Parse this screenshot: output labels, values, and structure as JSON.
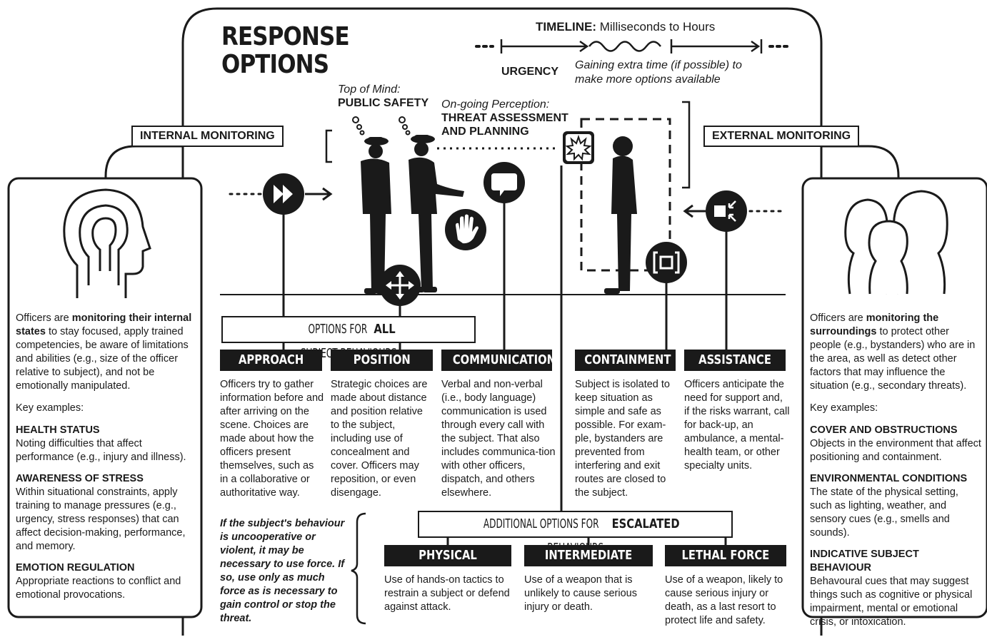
{
  "title": "RESPONSE\nOPTIONS",
  "timeline": {
    "label": "TIMELINE:",
    "value": "Milliseconds to Hours",
    "urgency": "URGENCY",
    "gaining": "Gaining extra time (if possible) to make more options available"
  },
  "top_of_mind": {
    "label": "Top of Mind:",
    "value": "PUBLIC SAFETY"
  },
  "ongoing": {
    "label": "On-going Perception:",
    "value": "THREAT ASSESSMENT AND PLANNING"
  },
  "internal_monitoring": "INTERNAL MONITORING",
  "external_monitoring": "EXTERNAL MONITORING",
  "left_panel": {
    "intro_pre": "Officers are ",
    "intro_bold": "monitoring their internal states",
    "intro_post": " to stay focused, apply trained competencies, be aware of limitations and abilities (e.g., size of the officer relative to subject), and not be emotionally manipulated.",
    "key": "Key examples:",
    "items": [
      {
        "heading": "HEALTH STATUS",
        "text": "Noting difficulties that affect performance (e.g., injury and illness)."
      },
      {
        "heading": "AWARENESS OF STRESS",
        "text": "Within situational constraints, apply training to manage pressures (e.g., urgency, stress responses) that can affect decision-making, performance, and memory."
      },
      {
        "heading": "EMOTION REGULATION",
        "text": "Appropriate reactions to conflict and emotional provocations."
      }
    ]
  },
  "right_panel": {
    "intro_pre": "Officers are ",
    "intro_bold": "monitoring the surroundings",
    "intro_post": " to protect other people (e.g., bystanders) who are in the area, as  well as detect other factors that may influence the situation (e.g., secondary threats).",
    "key": "Key examples:",
    "items": [
      {
        "heading": "COVER AND OBSTRUCTIONS",
        "text": "Objects in the environment that affect positioning and containment."
      },
      {
        "heading": "ENVIRONMENTAL CONDITIONS",
        "text": "The state of the physical setting, such as lighting, weather, and sensory cues (e.g., smells and sounds)."
      },
      {
        "heading": "INDICATIVE SUBJECT BEHAVIOUR",
        "text": "Behavoural cues that may suggest things such as cognitive or physical impairment, mental or emotional crisis, or intoxication."
      }
    ]
  },
  "options_all": {
    "pre": "OPTIONS FOR ",
    "bold": "ALL",
    "post": " SUBJECT BEHAVIOURS"
  },
  "options_escalated": {
    "pre": "ADDITIONAL OPTIONS FOR ",
    "bold": "ESCALATED",
    "post": " BEHAVIOURS"
  },
  "columns": [
    {
      "title": "APPROACH",
      "text": "Officers try to gather information before and after arriving on the scene. Choices are made about how the officers present themselves, such as in a collaborative or authoritative way."
    },
    {
      "title": "POSITION",
      "text": "Strategic choices are made about distance and position relative to the subject, including use of concealment and cover. Officers may reposition, or even disengage."
    },
    {
      "title": "COMMUNICATION",
      "text": "Verbal and non-verbal (i.e., body language) communication is used through every call with the subject. That also includes communica-tion with other officers, dispatch, and others elsewhere."
    },
    {
      "title": "CONTAINMENT",
      "text": "Subject is isolated to keep situation as simple and safe as possible. For exam-ple, bystanders are prevented from interfering and exit routes are closed to the subject."
    },
    {
      "title": "ASSISTANCE",
      "text": "Officers anticipate the need for support and, if the risks warrant, call for back-up, an ambulance, a mental-health team, or other specialty units."
    }
  ],
  "escalated": [
    {
      "title": "PHYSICAL CONTROL",
      "text": "Use of hands-on tactics to restrain a subject or defend against attack."
    },
    {
      "title": "INTERMEDIATE FORCE",
      "text": "Use of a weapon that is unlikely to cause serious injury or death."
    },
    {
      "title": "LETHAL FORCE",
      "text": "Use of a weapon, likely to cause serious injury or death, as a last resort to protect life and safety."
    }
  ],
  "if_subject": "If the subject's behaviour is uncooperative or violent, it may be  necessary to use force. If so, use only as much force as is necessary to gain control or stop the threat.",
  "icons": [
    "approach-icon",
    "position-icon",
    "stop-hand-icon",
    "speech-bubble-icon",
    "threat-star-icon",
    "containment-icon",
    "assistance-icon",
    "head-icon",
    "group-icon",
    "officer-figure",
    "subject-figure"
  ]
}
